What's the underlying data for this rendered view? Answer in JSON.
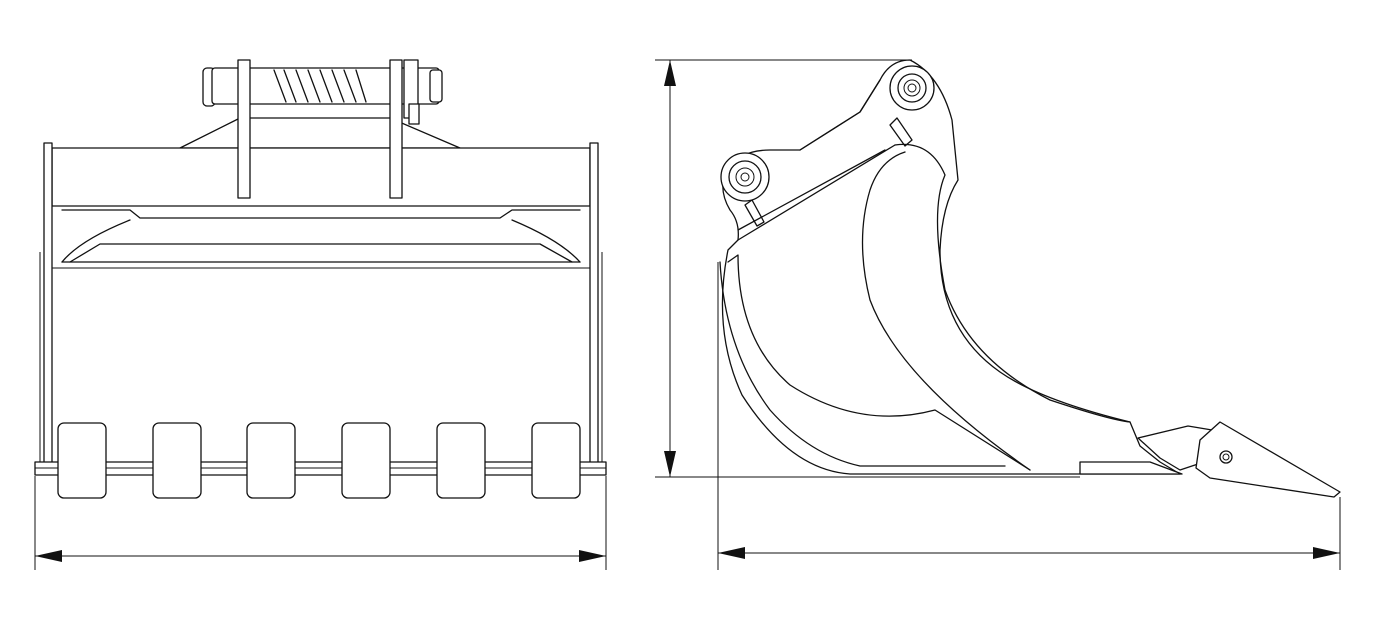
{
  "drawing": {
    "views": [
      "front-view",
      "side-view"
    ],
    "front_view": {
      "teeth_count": 6,
      "has_overall_width_dimension": true
    },
    "side_view": {
      "pin_bosses": 2,
      "has_overall_height_dimension": true,
      "has_overall_length_dimension": true
    },
    "colors": {
      "line": "#111111",
      "background": "#ffffff"
    }
  }
}
